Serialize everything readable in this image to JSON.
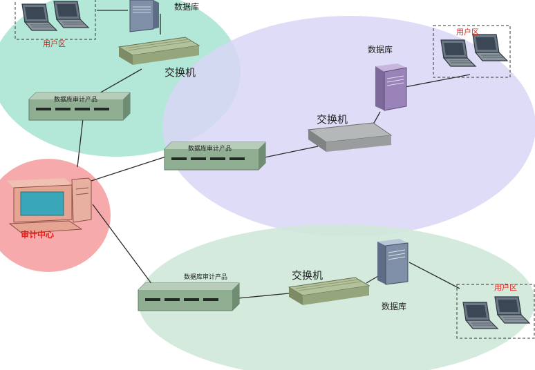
{
  "labels": {
    "database": "数据库",
    "switch": "交换机",
    "audit_product": "数据库审计产品",
    "user_zone": "用户区",
    "audit_center": "审计中心"
  },
  "colors": {
    "zone_top_left": "#a6e3d0",
    "zone_right": "#d8d6f4",
    "zone_bottom": "#cfe8d8",
    "zone_center": "#f5a5a8",
    "audit_device": "#8fae92",
    "switch_top": "#a9b88f",
    "server": "#7f8fa8",
    "server_purple": "#9a83b8",
    "monitor_screen": "#3aa7b8",
    "computer_body": "#e6a493",
    "label_red": "#e0201a"
  }
}
